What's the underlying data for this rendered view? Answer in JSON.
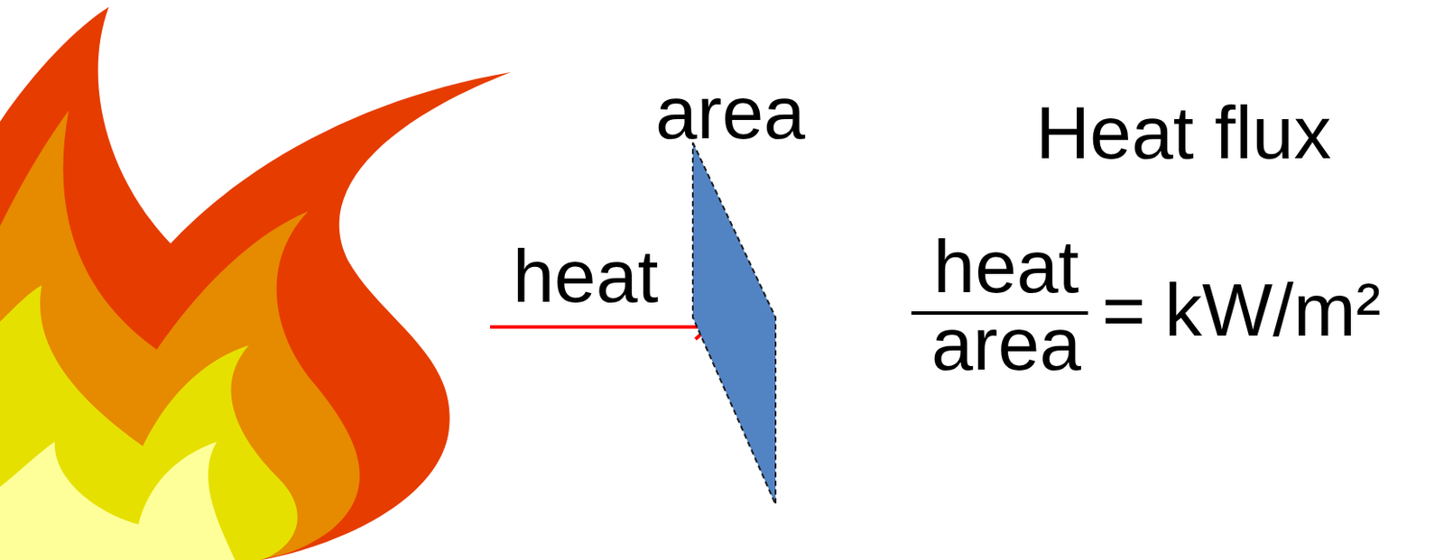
{
  "diagram": {
    "title": "Heat flux",
    "nodes": [
      {
        "text": [
          "area"
        ]
      }
    ],
    "labels": [
      "heat",
      "heat",
      "area",
      "=",
      "kW/m²"
    ]
  }
}
